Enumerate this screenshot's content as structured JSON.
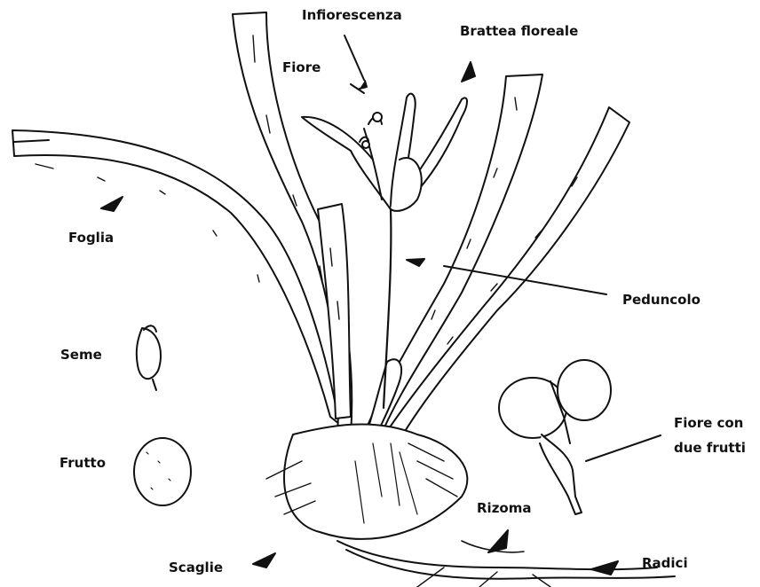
{
  "labels": {
    "infiorescenza": "Infiorescenza",
    "brattea": "Brattea floreale",
    "fiore": "Fiore",
    "foglia": "Foglia",
    "peduncolo": "Peduncolo",
    "seme": "Seme",
    "frutto": "Frutto",
    "scaglie": "Scaglie",
    "rizoma": "Rizoma",
    "radici": "Radici",
    "fiore_con_due_frutti_line1": "Fiore con",
    "fiore_con_due_frutti_line2": "due frutti"
  },
  "colors": {
    "ink": "#111111",
    "background": "#ffffff"
  }
}
